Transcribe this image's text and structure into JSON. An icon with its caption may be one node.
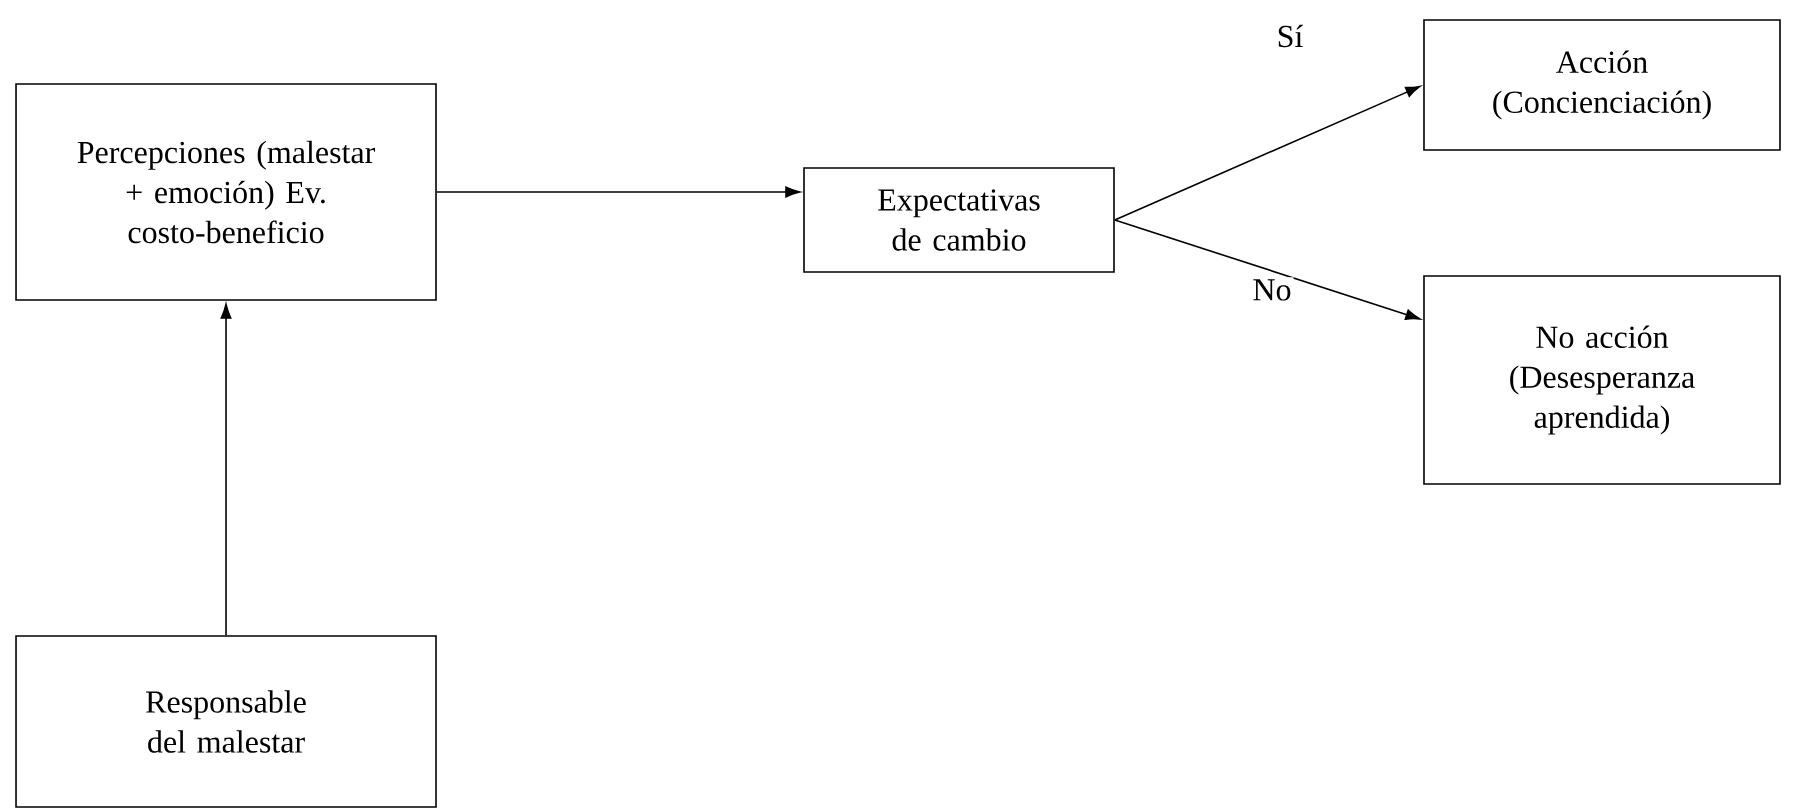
{
  "diagram": {
    "nodes": [
      {
        "text": [
          "Percepciones (malestar + emoción) Ev. costo-beneficio"
        ]
      },
      {
        "text": [
          "Expectativas de cambio"
        ]
      },
      {
        "text": [
          "Acción (Concienciación)"
        ]
      },
      {
        "text": [
          "No acción (Desesperanza aprendida)"
        ]
      },
      {
        "text": [
          "Responsable del malestar"
        ]
      }
    ],
    "edges": [
      {
        "from": 4,
        "to": 0,
        "arrow": "to"
      },
      {
        "from": 0,
        "to": 1,
        "arrow": "to"
      },
      {
        "from": 1,
        "to": 2,
        "arrow": "to",
        "label": "Sí"
      },
      {
        "from": 1,
        "to": 3,
        "arrow": "to",
        "label": "No"
      }
    ]
  }
}
